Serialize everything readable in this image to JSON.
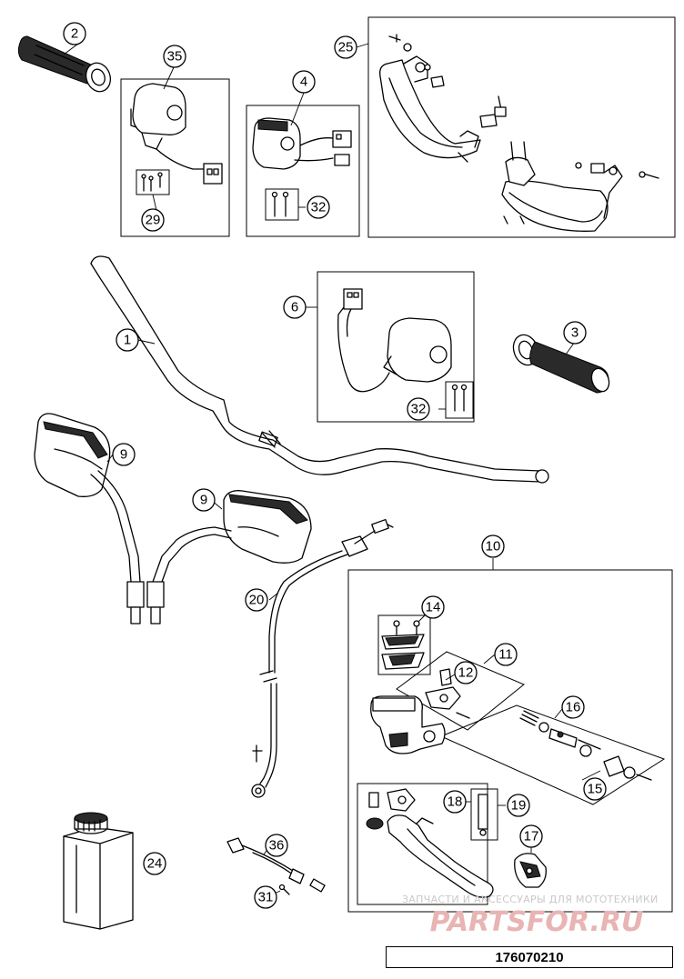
{
  "diagram": {
    "callouts": [
      {
        "id": "c1",
        "label": "1"
      },
      {
        "id": "c2",
        "label": "2"
      },
      {
        "id": "c3",
        "label": "3"
      },
      {
        "id": "c4",
        "label": "4"
      },
      {
        "id": "c6",
        "label": "6"
      },
      {
        "id": "c9a",
        "label": "9"
      },
      {
        "id": "c9b",
        "label": "9"
      },
      {
        "id": "c10",
        "label": "10"
      },
      {
        "id": "c11",
        "label": "11"
      },
      {
        "id": "c12",
        "label": "12"
      },
      {
        "id": "c14",
        "label": "14"
      },
      {
        "id": "c15",
        "label": "15"
      },
      {
        "id": "c16",
        "label": "16"
      },
      {
        "id": "c17",
        "label": "17"
      },
      {
        "id": "c18",
        "label": "18"
      },
      {
        "id": "c19",
        "label": "19"
      },
      {
        "id": "c20",
        "label": "20"
      },
      {
        "id": "c24",
        "label": "24"
      },
      {
        "id": "c25",
        "label": "25"
      },
      {
        "id": "c29",
        "label": "29"
      },
      {
        "id": "c31",
        "label": "31"
      },
      {
        "id": "c32a",
        "label": "32"
      },
      {
        "id": "c32b",
        "label": "32"
      },
      {
        "id": "c35",
        "label": "35"
      },
      {
        "id": "c36",
        "label": "36"
      }
    ],
    "reference_number": "176070210",
    "watermark": {
      "line": "ЗАПЧАСТИ И АКСЕССУАРЫ ДЛЯ МОТОТЕХНИКИ",
      "logo": "PARTSFOR.RU",
      "logo_color": "#e8b4b4"
    }
  }
}
